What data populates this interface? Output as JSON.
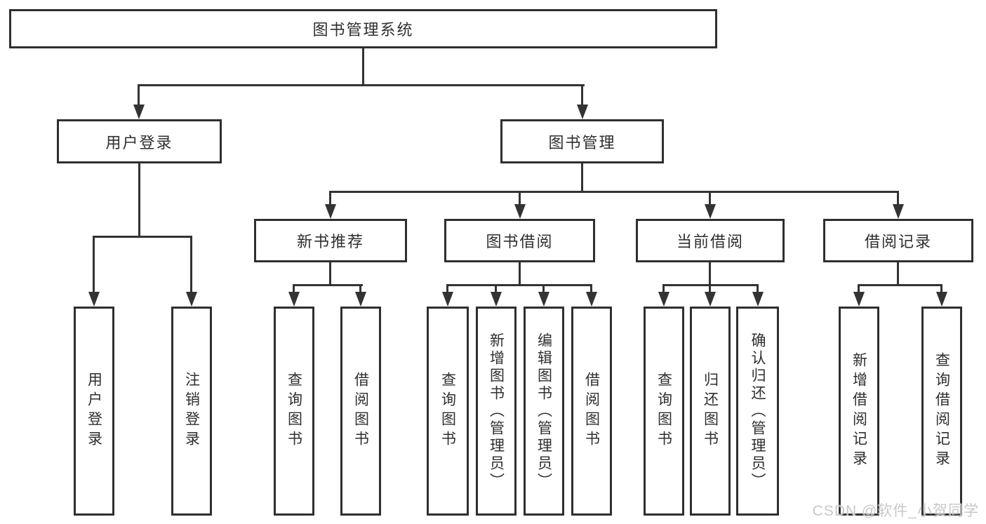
{
  "tree": {
    "root": "图书管理系统",
    "branches": [
      {
        "label": "用户登录",
        "children": [
          "用户登录",
          "注销登录"
        ]
      },
      {
        "label": "图书管理",
        "sections": [
          {
            "label": "新书推荐",
            "children": [
              "查询图书",
              "借阅图书"
            ]
          },
          {
            "label": "图书借阅",
            "children": [
              "查询图书",
              "新增图书（管理员）",
              "编辑图书（管理员）",
              "借阅图书"
            ]
          },
          {
            "label": "当前借阅",
            "children": [
              "查询图书",
              "归还图书",
              "确认归还（管理员）"
            ]
          },
          {
            "label": "借阅记录",
            "children": [
              "新增借阅记录",
              "查询借阅记录"
            ]
          }
        ]
      }
    ]
  },
  "colors": {
    "line": "#333333",
    "box_border": "#2f2f2f",
    "text": "#2f2f2f",
    "watermark": "#c8c8c8"
  },
  "watermark": {
    "text": "CSDN @软件_小贺同学"
  }
}
